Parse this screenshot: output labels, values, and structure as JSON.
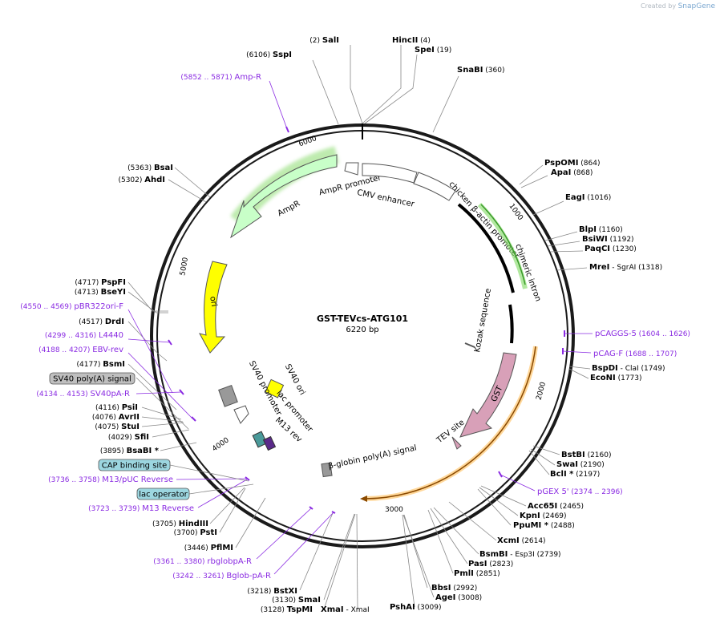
{
  "credit": {
    "prefix": "Created by",
    "brand": "SnapGene"
  },
  "plasmid": {
    "name": "GST-TEVcs-ATG101",
    "length": "6220 bp",
    "total_bp": 6220
  },
  "ticks": [
    "1000",
    "2000",
    "3000",
    "4000",
    "5000",
    "6000"
  ],
  "enzymes": [
    {
      "name": "SalI",
      "pos": "(2)"
    },
    {
      "name": "HincII",
      "pos": "(4)"
    },
    {
      "name": "SpeI",
      "pos": "(19)"
    },
    {
      "name": "SnaBI",
      "pos": "(360)"
    },
    {
      "name": "SspI",
      "pos": "(6106)"
    },
    {
      "name": "PspOMI",
      "pos": "(864)"
    },
    {
      "name": "ApaI",
      "pos": "(868)"
    },
    {
      "name": "EagI",
      "pos": "(1016)"
    },
    {
      "name": "BlpI",
      "pos": "(1160)"
    },
    {
      "name": "BsiWI",
      "pos": "(1192)"
    },
    {
      "name": "PaqCI",
      "pos": "(1230)"
    },
    {
      "name": "MreI",
      "pos": "- SgrAI (1318)"
    },
    {
      "name": "BspDI",
      "pos": "- ClaI (1749)"
    },
    {
      "name": "EcoNI",
      "pos": "(1773)"
    },
    {
      "name": "BstBI",
      "pos": "(2160)"
    },
    {
      "name": "SwaI",
      "pos": "(2190)"
    },
    {
      "name": "BclI *",
      "pos": "(2197)"
    },
    {
      "name": "Acc65I",
      "pos": "(2465)"
    },
    {
      "name": "KpnI",
      "pos": "(2469)"
    },
    {
      "name": "PpuMI *",
      "pos": "(2488)"
    },
    {
      "name": "XcmI",
      "pos": "(2614)"
    },
    {
      "name": "BsmBI",
      "pos": "- Esp3I (2739)"
    },
    {
      "name": "PasI",
      "pos": "(2823)"
    },
    {
      "name": "PmlI",
      "pos": "(2851)"
    },
    {
      "name": "BbsI",
      "pos": "(2992)"
    },
    {
      "name": "AgeI",
      "pos": "(3008)"
    },
    {
      "name": "PshAI",
      "pos": "(3009)"
    },
    {
      "name": "BsaI",
      "pos": "(5363)"
    },
    {
      "name": "AhdI",
      "pos": "(5302)"
    },
    {
      "name": "PspFI",
      "pos": "(4717)"
    },
    {
      "name": "BseYI",
      "pos": "(4713)"
    },
    {
      "name": "DrdI",
      "pos": "(4517)"
    },
    {
      "name": "BsmI",
      "pos": "(4177)"
    },
    {
      "name": "PsiI",
      "pos": "(4116)"
    },
    {
      "name": "AvrII",
      "pos": "(4076)"
    },
    {
      "name": "StuI",
      "pos": "(4075)"
    },
    {
      "name": "SfiI",
      "pos": "(4029)"
    },
    {
      "name": "BsaBI *",
      "pos": "(3895)"
    },
    {
      "name": "HindIII",
      "pos": "(3705)"
    },
    {
      "name": "PstI",
      "pos": "(3700)"
    },
    {
      "name": "PflMI",
      "pos": "(3446)"
    },
    {
      "name": "BstXI",
      "pos": "(3218)"
    },
    {
      "name": "SmaI",
      "pos": "(3130)"
    },
    {
      "name": "TspMI",
      "pos": "(3128)"
    },
    {
      "name": "XmaI",
      "pos": "- XmaI"
    }
  ],
  "primers": [
    {
      "name": "Amp-R",
      "range": "(5852 .. 5871)"
    },
    {
      "name": "pCAGGS-5",
      "range": "(1604 .. 1626)"
    },
    {
      "name": "pCAG-F",
      "range": "(1688 .. 1707)"
    },
    {
      "name": "pGEX 5'",
      "range": "(2374 .. 2396)"
    },
    {
      "name": "pBR322ori-F",
      "range": "(4550 .. 4569)"
    },
    {
      "name": "L4440",
      "range": "(4299 .. 4316)"
    },
    {
      "name": "EBV-rev",
      "range": "(4188 .. 4207)"
    },
    {
      "name": "SV40pA-R",
      "range": "(4134 .. 4153)"
    },
    {
      "name": "M13/pUC Reverse",
      "range": "(3736 .. 3758)"
    },
    {
      "name": "M13 Reverse",
      "range": "(3723 .. 3739)"
    },
    {
      "name": "rbglobpA-R",
      "range": "(3361 .. 3380)"
    },
    {
      "name": "Bglob-pA-R",
      "range": "(3242 .. 3261)"
    }
  ],
  "boxed_features": [
    "SV40 poly(A) signal",
    "CAP binding site",
    "lac operator"
  ],
  "features": {
    "ampr": "AmpR",
    "ampr_promoter": "AmpR promoter",
    "cmv": "CMV enhancer",
    "cba": "chicken β-actin promoter",
    "intron": "chimeric intron",
    "kozak": "Kozak sequence",
    "gst": "GST",
    "tev": "TEV site",
    "bglob": "β-globin poly(A) signal",
    "ori": "ori",
    "sv40ori": "SV40 ori",
    "sv40prom": "SV40 promoter",
    "lacprom": "lac promoter",
    "m13rev": "M13 rev"
  },
  "colors": {
    "ampr": "#c8ffc8",
    "ori": "#ffff00",
    "gst": "#d8a0b8",
    "primer": "#8a2be2",
    "boxed": [
      "#bfbfbf",
      "#9cd6e0",
      "#9cd6e0"
    ]
  }
}
